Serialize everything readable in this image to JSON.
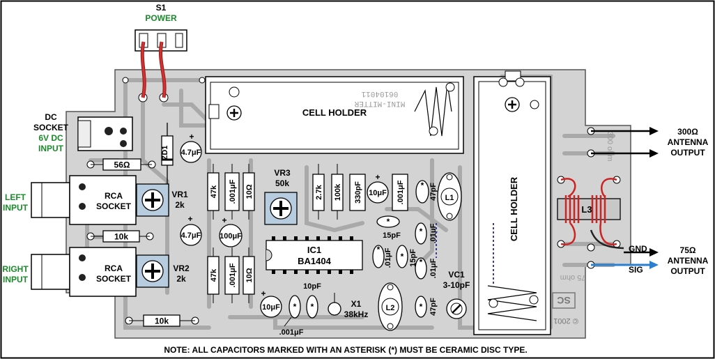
{
  "switch": {
    "ref": "S1",
    "name": "POWER"
  },
  "dc_socket": {
    "line1": "DC",
    "line2": "SOCKET",
    "line3": "6V DC",
    "line4": "INPUT"
  },
  "left_input": {
    "line1": "LEFT",
    "line2": "INPUT"
  },
  "right_input": {
    "line1": "RIGHT",
    "line2": "INPUT"
  },
  "rca_top": {
    "line1": "RCA",
    "line2": "SOCKET"
  },
  "rca_bottom": {
    "line1": "RCA",
    "line2": "SOCKET"
  },
  "vr1": {
    "ref": "VR1",
    "value": "2k"
  },
  "vr2": {
    "ref": "VR2",
    "value": "2k"
  },
  "vr3": {
    "ref": "VR3",
    "value": "50k"
  },
  "cell_holder_top": "CELL HOLDER",
  "cell_holder_right": "CELL HOLDER",
  "board_id": {
    "line1": "MINI-MITTER",
    "line2": "06104011"
  },
  "board_mark_right": "300 ohm",
  "board_mark_bottom": "75 ohm",
  "logo": {
    "line1": "SC",
    "line2": "© 2001"
  },
  "ic1": {
    "ref": "IC1",
    "part": "BA1404"
  },
  "x1": {
    "ref": "X1",
    "value": "38kHz"
  },
  "vc1": {
    "ref": "VC1",
    "value": "3-10pF"
  },
  "inductors": {
    "l1": "L1",
    "l2": "L2",
    "l3": "L3"
  },
  "zd1": "ZD1",
  "components": {
    "r56": "56Ω",
    "r10k_a": "10k",
    "r10k_b": "10k",
    "c47u_a": "4.7μF",
    "c47u_b": "4.7μF",
    "c100u": "100μF",
    "r47k_a": "47k",
    "c001_a": ".001μF",
    "r10_a": "10Ω",
    "r47k_b": "47k",
    "c001_b": ".001μF",
    "r10_b": "10Ω",
    "r27k": "2.7k",
    "r100k": "100k",
    "c330p": "330pF",
    "c10u_a": "10μF",
    "c001_c": ".001μF",
    "c47p_a": "47pF",
    "c15p_a": "15pF",
    "c01_a": ".01μF",
    "c01_b": ".01μF",
    "c15p_b": "15pF",
    "c01_c": ".01μF",
    "c47p_b": "47pF",
    "c10u_b": "10μF",
    "c10p": "10pF",
    "c001_d": ".001μF",
    "star": "*",
    "plus": "+"
  },
  "output_300": {
    "line1": "300Ω",
    "line2": "ANTENNA",
    "line3": "OUTPUT"
  },
  "output_75": {
    "line1": "75Ω",
    "line2": "ANTENNA",
    "line3": "OUTPUT"
  },
  "gnd": "GND",
  "sig": "SIG",
  "note": "NOTE: ALL CAPACITORS MARKED WITH AN ASTERISK (*) MUST BE CERAMIC DISC TYPE.",
  "colors": {
    "board": "#d3d3d3",
    "track": "#a9a9a9",
    "wire_red": "#cc2222",
    "wire_blue": "#2a7fd0",
    "pot": "#b8cce0",
    "label_green": "#1a8a2a"
  }
}
